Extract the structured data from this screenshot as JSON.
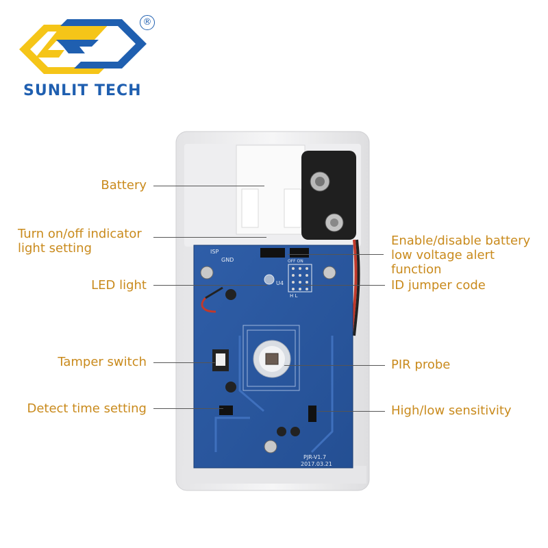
{
  "brand": {
    "name": "SUNLIT TECH",
    "registered_mark": "®",
    "logo_colors": {
      "blue": "#1f5fb0",
      "yellow": "#f5c518"
    }
  },
  "board_markings": {
    "isp": "ISP",
    "gnd": "GND",
    "off_on": "OFF ON",
    "u4": "U4",
    "model": "PJR-V1.7",
    "date": "2017.03.21",
    "h_l": "H   L"
  },
  "labels": {
    "left": [
      {
        "id": "battery",
        "lines": [
          "Battery"
        ]
      },
      {
        "id": "indicator",
        "lines": [
          "Turn on/off indicator",
          "light setting"
        ]
      },
      {
        "id": "led",
        "lines": [
          "LED light"
        ]
      },
      {
        "id": "tamper",
        "lines": [
          "Tamper switch"
        ]
      },
      {
        "id": "detect-time",
        "lines": [
          "Detect time setting"
        ]
      }
    ],
    "right": [
      {
        "id": "battery-alert",
        "lines": [
          "Enable/disable battery",
          "low voltage alert",
          "function"
        ]
      },
      {
        "id": "id-jumper",
        "lines": [
          "ID jumper code"
        ]
      },
      {
        "id": "pir",
        "lines": [
          "PIR probe"
        ]
      },
      {
        "id": "sensitivity",
        "lines": [
          "High/low sensitivity"
        ]
      }
    ]
  },
  "label_color": "#c98a1c"
}
